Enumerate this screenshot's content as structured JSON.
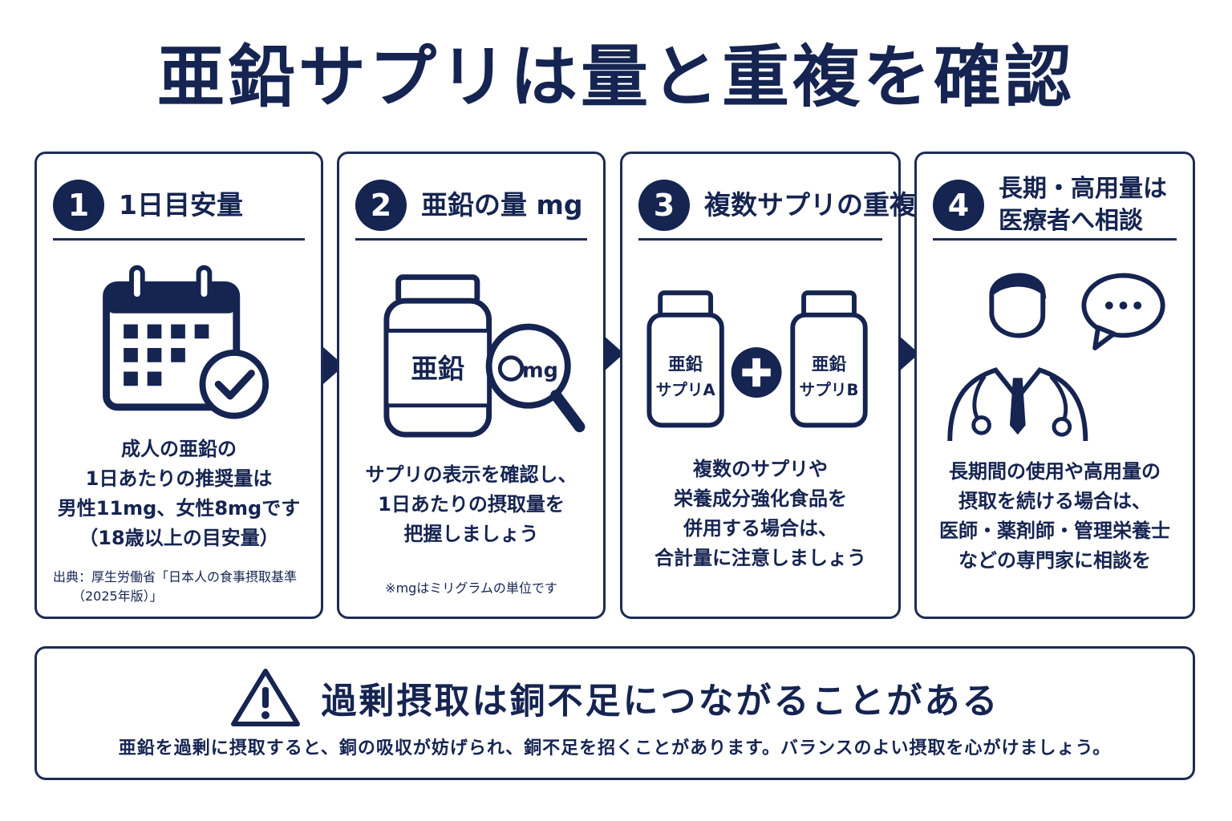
{
  "title": "亜鉛サプリは量と重複を確認",
  "steps": [
    {
      "number": "1",
      "heading": "1日目安量",
      "body": "成人の亜鉛の\n1日あたりの推奨量は\n男性11mg、女性8mgです\n（18歳以上の目安量）",
      "note": "出典：厚生労働省「日本人の食事摂取基準\n　　（2025年版）」",
      "icons": [
        "calendar-icon",
        "check-icon"
      ]
    },
    {
      "number": "2",
      "heading": "亜鉛の量 mg",
      "bottle_label": "亜鉛",
      "lens_label": "mg",
      "body": "サプリの表示を確認し、\n1日あたりの摂取量を\n把握しましょう",
      "note": "※mgはミリグラムの単位です",
      "icons": [
        "bottle-icon",
        "magnifier-icon"
      ]
    },
    {
      "number": "3",
      "heading": "複数サプリの重複",
      "bottle_a_line1": "亜鉛",
      "bottle_a_line2": "サプリA",
      "bottle_b_line1": "亜鉛",
      "bottle_b_line2": "サプリB",
      "body": "複数のサプリや\n栄養成分強化食品を\n併用する場合は、\n合計量に注意しましょう",
      "icons": [
        "bottle-icon",
        "plus-icon"
      ]
    },
    {
      "number": "4",
      "heading_line1": "長期・高用量は",
      "heading_line2": "医療者へ相談",
      "body": "長期間の使用や高用量の\n摂取を続ける場合は、\n医師・薬剤師・管理栄養士\nなどの専門家に相談を",
      "icons": [
        "doctor-icon",
        "speech-bubble-icon"
      ]
    }
  ],
  "warning": {
    "title": "過剰摂取は銅不足につながることがある",
    "text": "亜鉛を過剰に摂取すると、銅の吸収が妨げられ、銅不足を招くことがあります。バランスのよい摂取を心がけましょう。",
    "icon": "warning-icon"
  },
  "colors": {
    "navy": "#152451",
    "border": "#1e2b55",
    "background": "#ffffff"
  }
}
